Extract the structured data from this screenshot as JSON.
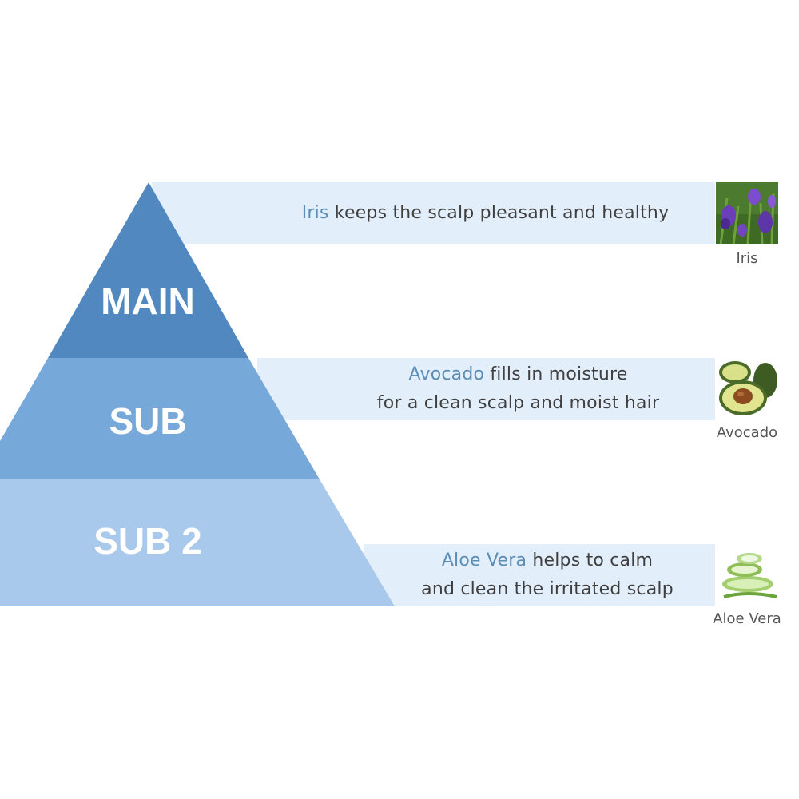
{
  "pyramid": {
    "tiers": [
      {
        "label": "MAIN",
        "color": "#5088bf"
      },
      {
        "label": "SUB",
        "color": "#76a8d9"
      },
      {
        "label": "SUB 2",
        "color": "#a8c8ec"
      }
    ]
  },
  "ingredients": [
    {
      "highlight": "Iris",
      "line1_rest": " keeps the scalp pleasant and healthy",
      "line2": "",
      "caption": "Iris",
      "icon": "iris-flower-icon"
    },
    {
      "highlight": "Avocado",
      "line1_rest": " fills in moisture",
      "line2": "for a clean scalp and moist hair",
      "caption": "Avocado",
      "icon": "avocado-icon"
    },
    {
      "highlight": "Aloe Vera",
      "line1_rest": " helps to calm",
      "line2": "and clean the irritated scalp",
      "caption": "Aloe Vera",
      "icon": "aloe-vera-icon"
    }
  ],
  "colors": {
    "band": "#e3eefb",
    "highlight_text": "#5a8eb6",
    "body_text": "#3f3f3f"
  }
}
